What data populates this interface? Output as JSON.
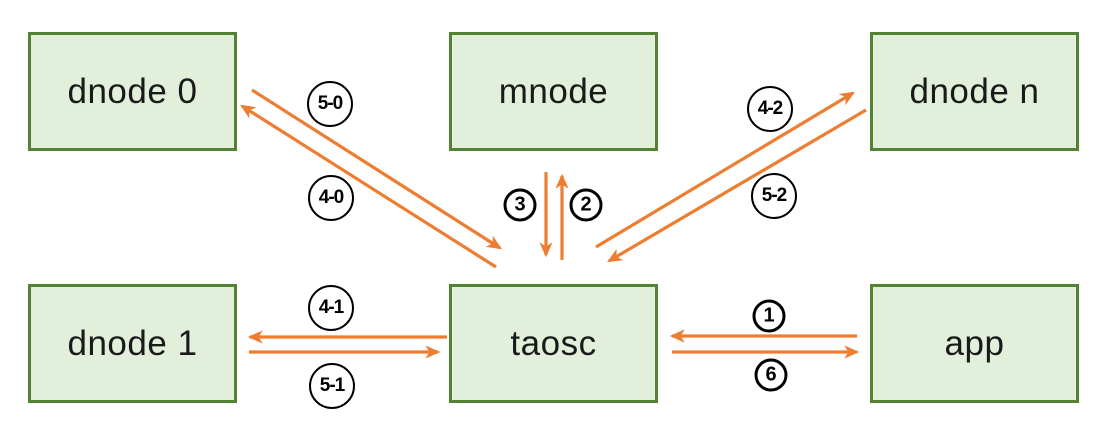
{
  "diagram": {
    "type": "architecture-flow",
    "nodes": [
      {
        "id": "dnode0",
        "label": "dnode 0"
      },
      {
        "id": "mnode",
        "label": "mnode"
      },
      {
        "id": "dnoden",
        "label": "dnode n"
      },
      {
        "id": "dnode1",
        "label": "dnode 1"
      },
      {
        "id": "taosc",
        "label": "taosc"
      },
      {
        "id": "app",
        "label": "app"
      }
    ],
    "edge_labels": [
      {
        "id": "l50",
        "text": "5-0"
      },
      {
        "id": "l40",
        "text": "4-0"
      },
      {
        "id": "l3",
        "text": "3"
      },
      {
        "id": "l2",
        "text": "2"
      },
      {
        "id": "l42",
        "text": "4-2"
      },
      {
        "id": "l52",
        "text": "5-2"
      },
      {
        "id": "l41",
        "text": "4-1"
      },
      {
        "id": "l51",
        "text": "5-1"
      },
      {
        "id": "l1",
        "text": "1"
      },
      {
        "id": "l6",
        "text": "6"
      }
    ],
    "edges": [
      {
        "from": "dnode 0",
        "to": "taosc",
        "label": "5-0"
      },
      {
        "from": "taosc",
        "to": "dnode 0",
        "label": "4-0"
      },
      {
        "from": "mnode",
        "to": "taosc",
        "label": "3"
      },
      {
        "from": "taosc",
        "to": "mnode",
        "label": "2"
      },
      {
        "from": "taosc",
        "to": "dnode n",
        "label": "4-2"
      },
      {
        "from": "dnode n",
        "to": "taosc",
        "label": "5-2"
      },
      {
        "from": "taosc",
        "to": "dnode 1",
        "label": "4-1"
      },
      {
        "from": "dnode 1",
        "to": "taosc",
        "label": "5-1"
      },
      {
        "from": "app",
        "to": "taosc",
        "label": "1"
      },
      {
        "from": "taosc",
        "to": "app",
        "label": "6"
      }
    ],
    "colors": {
      "node_fill": "#E2EFDA",
      "node_border": "#548235",
      "arrow": "#ED7D31",
      "label_text": "#000000"
    }
  }
}
